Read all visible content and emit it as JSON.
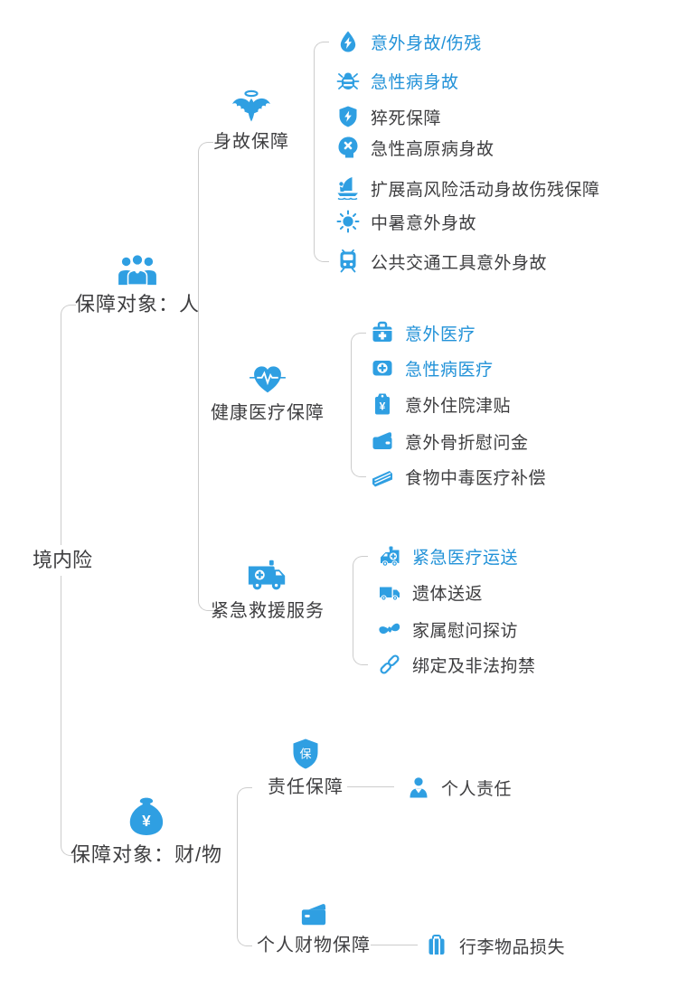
{
  "colors": {
    "accent_blue": "#2F9FE2",
    "highlight_text_blue": "#2292D8",
    "text_dark": "#3E3E40",
    "connector_gray": "#CCCCCC"
  },
  "root": {
    "label": "境内险"
  },
  "branches": [
    {
      "label": "保障对象：人",
      "icon": "people-group",
      "groups": [
        {
          "label": "身故保障",
          "icon": "angel",
          "items": [
            {
              "label": "意外身故/伤残",
              "icon": "water-drop-lightning",
              "highlight": true
            },
            {
              "label": "急性病身故",
              "icon": "bug",
              "highlight": true
            },
            {
              "label": "猝死保障",
              "icon": "shield-lightning",
              "highlight": false
            },
            {
              "label": "急性高原病身故",
              "icon": "head-x",
              "highlight": false
            },
            {
              "label": "扩展高风险活动身故伤残保障",
              "icon": "windsurfing",
              "highlight": false
            },
            {
              "label": "中暑意外身故",
              "icon": "sun",
              "highlight": false
            },
            {
              "label": "公共交通工具意外身故",
              "icon": "train",
              "highlight": false
            }
          ]
        },
        {
          "label": "健康医疗保障",
          "icon": "heart-pulse",
          "items": [
            {
              "label": "意外医疗",
              "icon": "first-aid-kit",
              "highlight": true
            },
            {
              "label": "急性病医疗",
              "icon": "medical-box",
              "highlight": true
            },
            {
              "label": "意外住院津贴",
              "icon": "yen-tag",
              "icon_char": "¥",
              "highlight": false
            },
            {
              "label": "意外骨折慰问金",
              "icon": "wallet",
              "highlight": false
            },
            {
              "label": "食物中毒医疗补偿",
              "icon": "cake-slice",
              "highlight": false
            }
          ]
        },
        {
          "label": "紧急救援服务",
          "icon": "ambulance",
          "items": [
            {
              "label": "紧急医疗运送",
              "icon": "ambulance-small",
              "highlight": true
            },
            {
              "label": "遗体送返",
              "icon": "truck",
              "highlight": false
            },
            {
              "label": "家属慰问探访",
              "icon": "ribbon-bow",
              "highlight": false
            },
            {
              "label": "绑定及非法拘禁",
              "icon": "chain-link",
              "highlight": false
            }
          ]
        }
      ]
    },
    {
      "label": "保障对象：财/物",
      "icon": "money-bag",
      "icon_char": "¥",
      "groups": [
        {
          "label": "责任保障",
          "icon": "shield-bao",
          "icon_char": "保",
          "items": [
            {
              "label": "个人责任",
              "icon": "person",
              "highlight": false
            }
          ]
        },
        {
          "label": "个人财物保障",
          "icon": "wallet-flap",
          "items": [
            {
              "label": "行李物品损失",
              "icon": "suitcase",
              "highlight": false
            }
          ]
        }
      ]
    }
  ]
}
